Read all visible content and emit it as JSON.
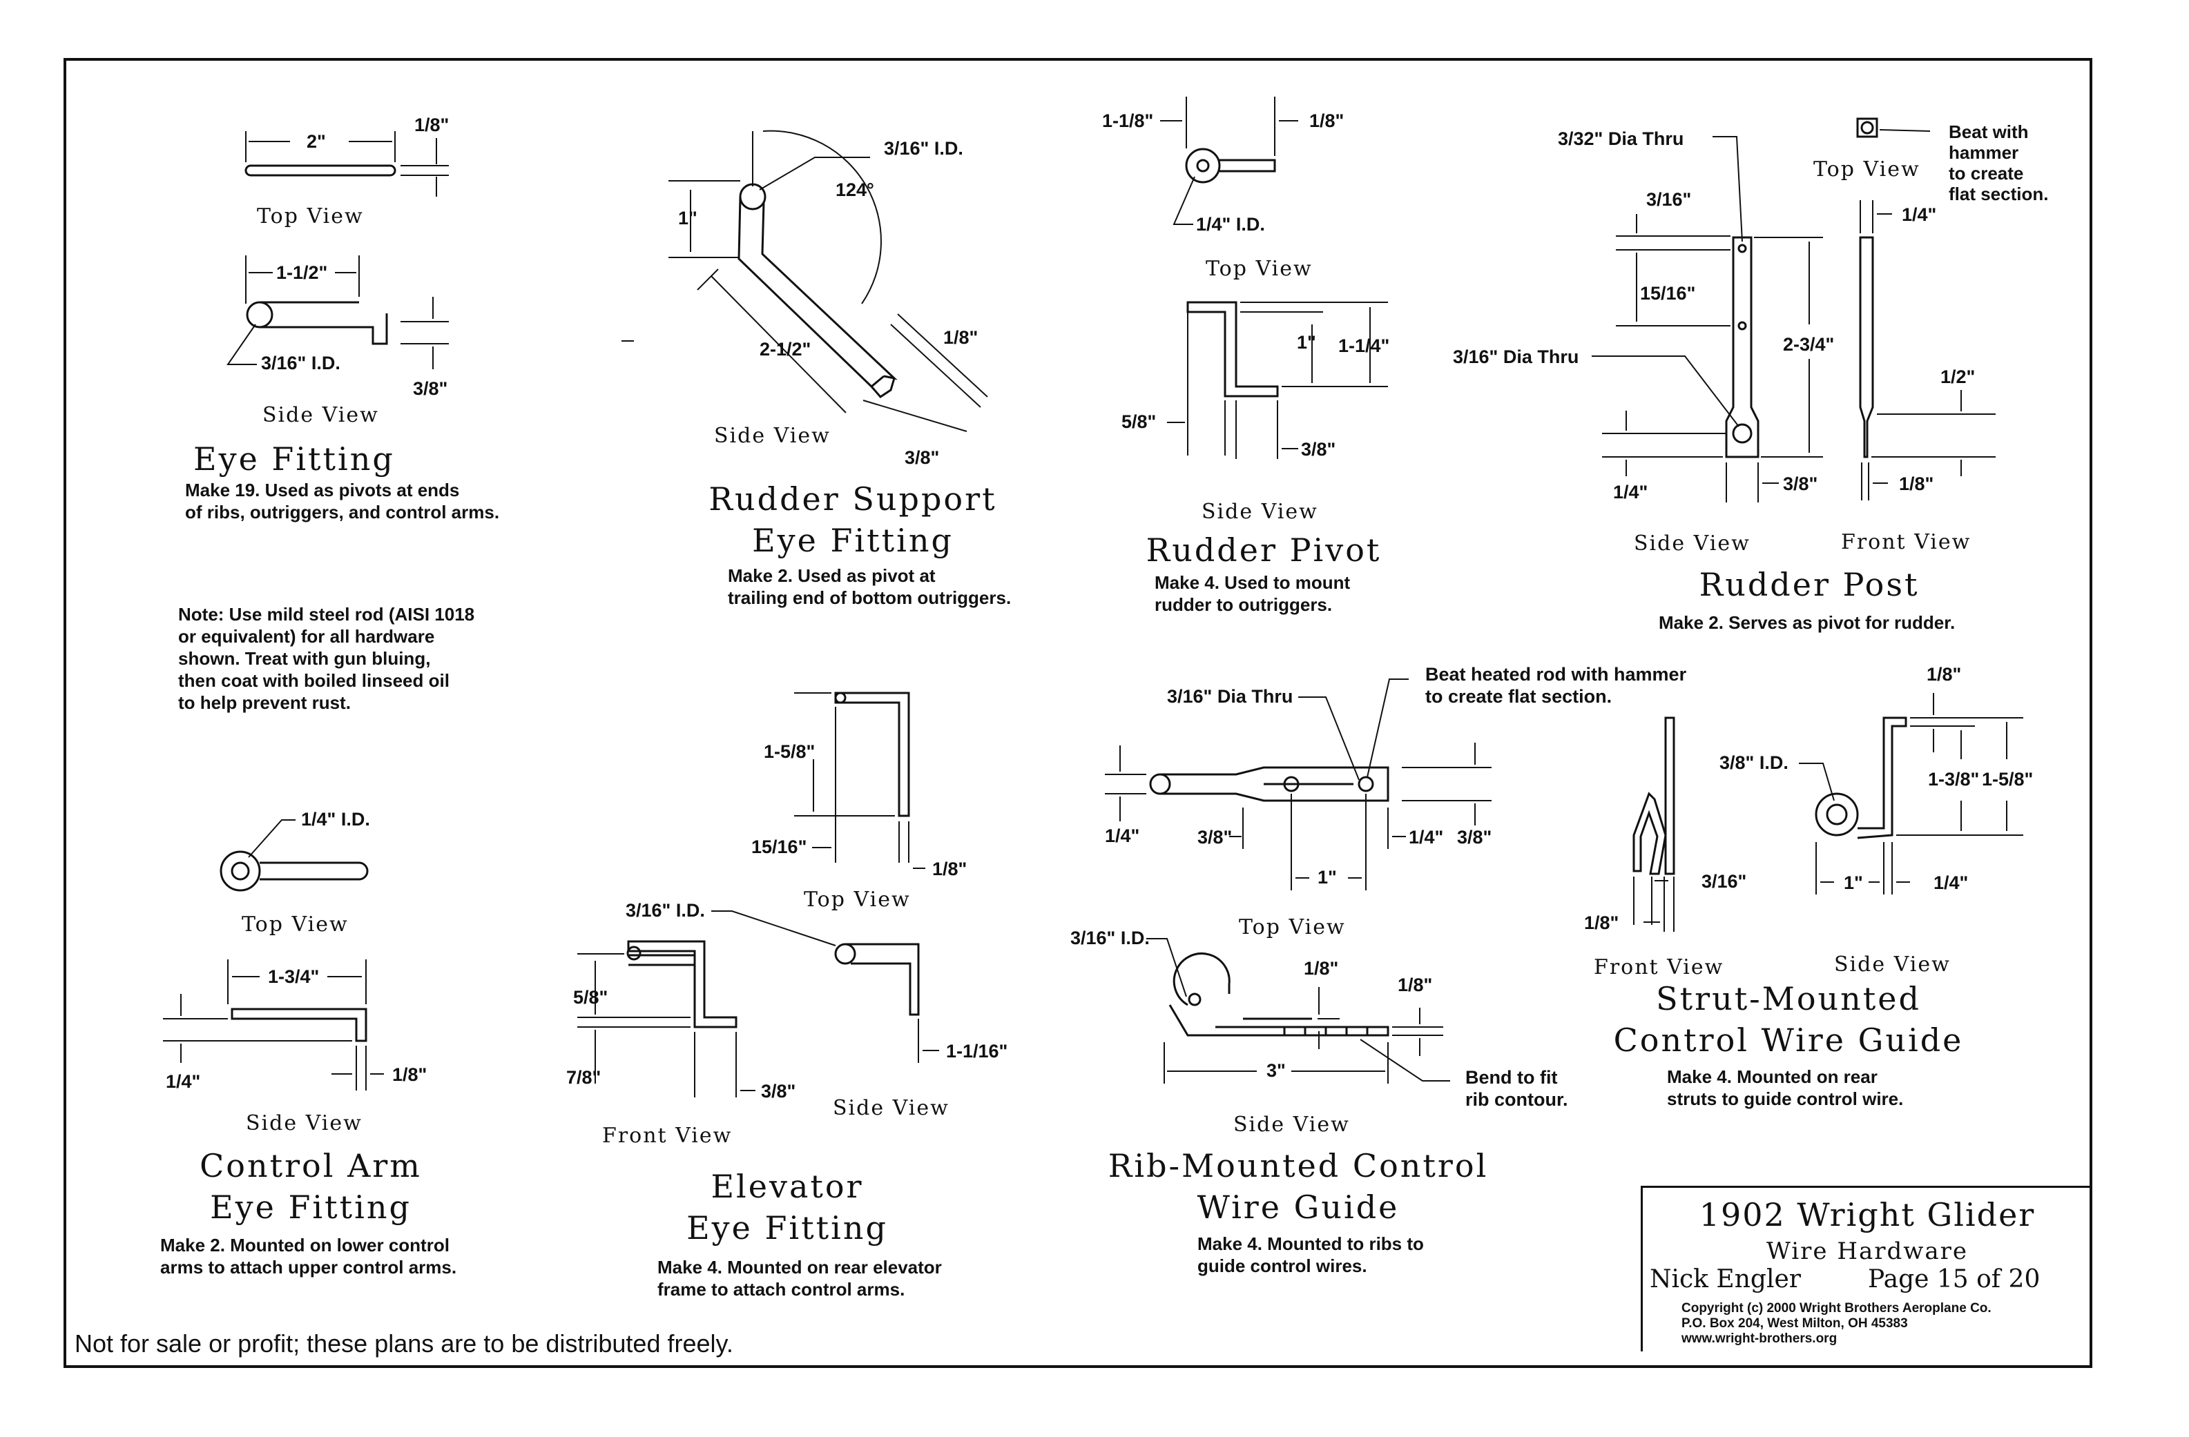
{
  "eye_fitting": {
    "dims": {
      "length": "2\"",
      "thick": "1/8\"",
      "bend": "1-1/2\"",
      "id": "3/16\" I.D.",
      "height": "3/8\""
    },
    "top_view": "Top View",
    "side_view": "Side View",
    "title": "Eye Fitting",
    "note": [
      "Make 19. Used as pivots at ends",
      "of ribs, outriggers, and control arms."
    ]
  },
  "rudder_support": {
    "dims": {
      "id": "3/16\" I.D.",
      "angle": "124°",
      "rise": "1\"",
      "length": "2-1/2\"",
      "thick": "1/8\"",
      "bottom": "3/8\""
    },
    "side_view": "Side View",
    "title": [
      "Rudder Support",
      "Eye Fitting"
    ],
    "note": [
      "Make 2. Used as pivot at",
      "trailing end of bottom outriggers."
    ]
  },
  "rudder_pivot": {
    "dims": {
      "eye": "1-1/8\"",
      "thick_top": "1/8\"",
      "id": "1/4\" I.D.",
      "rise": "1\"",
      "total": "1-1/4\"",
      "width": "5/8\"",
      "leg": "3/8\""
    },
    "top_view": "Top View",
    "side_view": "Side View",
    "title": "Rudder Pivot",
    "note": [
      "Make 4. Used to mount",
      "rudder to outriggers."
    ]
  },
  "rudder_post": {
    "dims": {
      "hole_small": "3/32\" Dia Thru",
      "top_gap": "3/16\"",
      "spacing": "15/16\"",
      "length": "2-3/4\"",
      "hole_large": "3/16\" Dia Thru",
      "bottom": "1/4\"",
      "width": "3/8\"",
      "flat": "1/8\"",
      "front_thick": "1/4\"",
      "front_flat": "1/2\""
    },
    "top_view": "Top View",
    "beat_note": [
      "Beat with",
      "hammer",
      "to create",
      "flat section."
    ],
    "side_view": "Side View",
    "front_view": "Front View",
    "title": "Rudder Post",
    "note": [
      "Make 2. Serves as pivot for rudder."
    ]
  },
  "general_note": [
    "Note: Use mild steel rod (AISI 1018",
    "or equivalent) for all hardware",
    "shown. Treat with gun bluing,",
    "then coat with boiled linseed oil",
    "to help prevent rust."
  ],
  "control_arm": {
    "dims": {
      "id": "1/4\" I.D.",
      "length": "1-3/4\"",
      "height": "1/4\"",
      "thick": "1/8\""
    },
    "top_view": "Top View",
    "side_view": "Side View",
    "title": [
      "Control Arm",
      "Eye Fitting"
    ],
    "note": [
      "Make 2. Mounted on lower control",
      "arms to attach upper control arms."
    ]
  },
  "elevator": {
    "dims": {
      "height": "1-5/8\"",
      "offset": "15/16\"",
      "thick": "1/8\"",
      "id": "3/16\" I.D.",
      "rise": "5/8\"",
      "drop": "7/8\"",
      "foot": "3/8\"",
      "side": "1-1/16\""
    },
    "top_view": "Top View",
    "front_view": "Front View",
    "side_view": "Side View",
    "title": [
      "Elevator",
      "Eye Fitting"
    ],
    "note": [
      "Make 4. Mounted on rear elevator",
      "frame to attach control arms."
    ]
  },
  "rib_guide": {
    "dims": {
      "hole": "3/16\" Dia Thru",
      "beat": [
        "Beat heated rod with hammer",
        "to create flat section."
      ],
      "width": "1/4\"",
      "gap1": "3/8\"",
      "spacing": "1\"",
      "end": "1/4\"",
      "flat": "3/8\"",
      "id": "3/16\" I.D.",
      "thick1": "1/8\"",
      "thick2": "1/8\"",
      "length": "3\"",
      "bend": [
        "Bend to fit",
        "rib contour."
      ]
    },
    "top_view": "Top View",
    "side_view": "Side View",
    "title": [
      "Rib-Mounted Control",
      "Wire Guide"
    ],
    "note": [
      "Make 4. Mounted to ribs to",
      "guide control wires."
    ]
  },
  "strut_guide": {
    "dims": {
      "top": "1/8\"",
      "id": "3/8\" I.D.",
      "h1": "1-3/8\"",
      "h2": "1-5/8\"",
      "gap": "3/16\"",
      "thick": "1/8\"",
      "width": "1\"",
      "end": "1/4\""
    },
    "front_view": "Front View",
    "side_view": "Side View",
    "title": [
      "Strut-Mounted",
      "Control Wire Guide"
    ],
    "note": [
      "Make 4. Mounted on rear",
      "struts to guide control wire."
    ]
  },
  "title_block": {
    "project": "1902 Wright Glider",
    "sheet": "Wire Hardware",
    "author": "Nick Engler",
    "page": "Page 15 of 20",
    "copyright": "Copyright  (c)  2000 Wright Brothers Aeroplane Co.",
    "address": "P.O. Box 204, West Milton, OH  45383",
    "url": "www.wright-brothers.org"
  },
  "footer": "Not for sale or profit; these plans are to be distributed freely."
}
